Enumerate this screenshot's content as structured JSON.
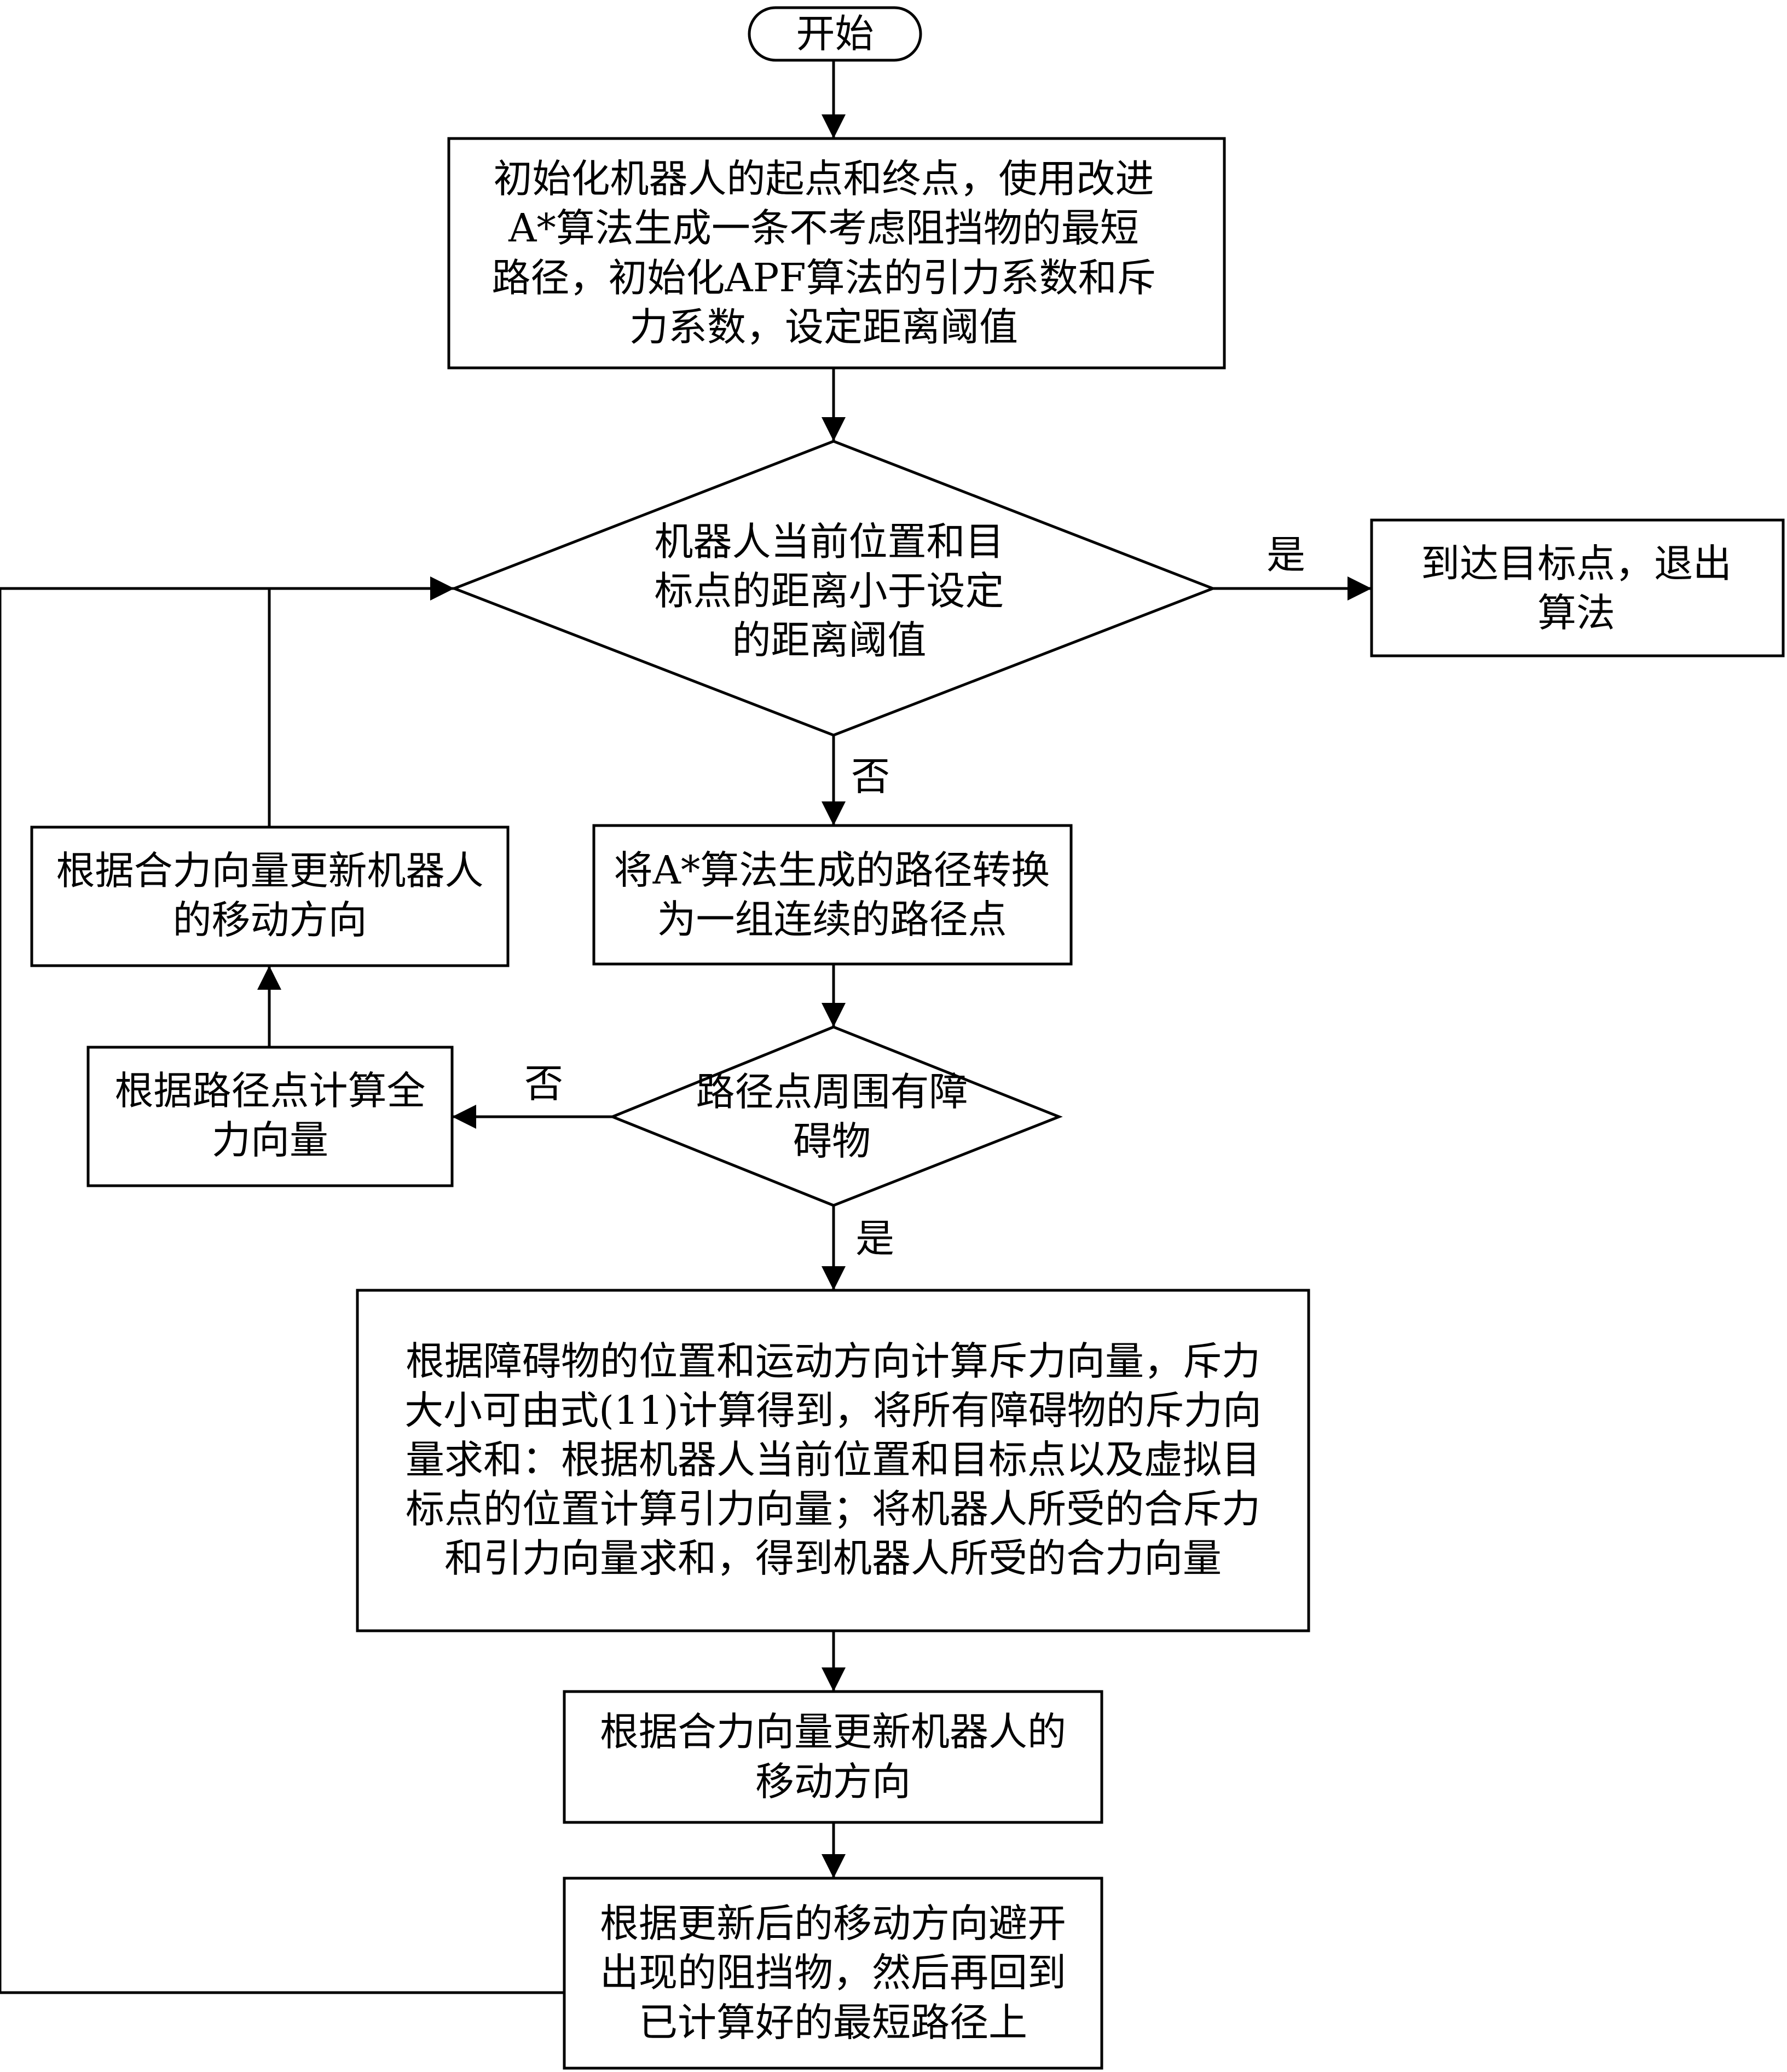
{
  "colors": {
    "stroke": "#000000",
    "background": "#ffffff",
    "text": "#000000"
  },
  "nodes": {
    "start": "开始",
    "init": "初始化机器人的起点和终点，使用改进A*算法生成一条不考虑阻挡物的最短路径，初始化APF算法的引力系数和斥力系数，设定距离阈值",
    "check_distance": "机器人当前位置和目标点的距离小于设定的距离阈值",
    "reach_goal": "到达目标点，退出算法",
    "convert_path": "将A*算法生成的路径转换为一组连续的路径点",
    "check_obstacle": "路径点周围有障碍物",
    "compute_total_force": "根据路径点计算全力向量",
    "update_direction_left": "根据合力向量更新机器人的移动方向",
    "compute_forces": "根据障碍物的位置和运动方向计算斥力向量，斥力大小可由式(11)计算得到，将所有障碍物的斥力向量求和：根据机器人当前位置和目标点以及虚拟目标点的位置计算引力向量；将机器人所受的合斥力和引力向量求和，得到机器人所受的合力向量",
    "update_direction": "根据合力向量更新机器人的移动方向",
    "avoid_and_return": "根据更新后的移动方向避开出现的阻挡物，然后再回到已计算好的最短路径上"
  },
  "edge_labels": {
    "distance_yes": "是",
    "distance_no": "否",
    "obstacle_no": "否",
    "obstacle_yes": "是"
  }
}
